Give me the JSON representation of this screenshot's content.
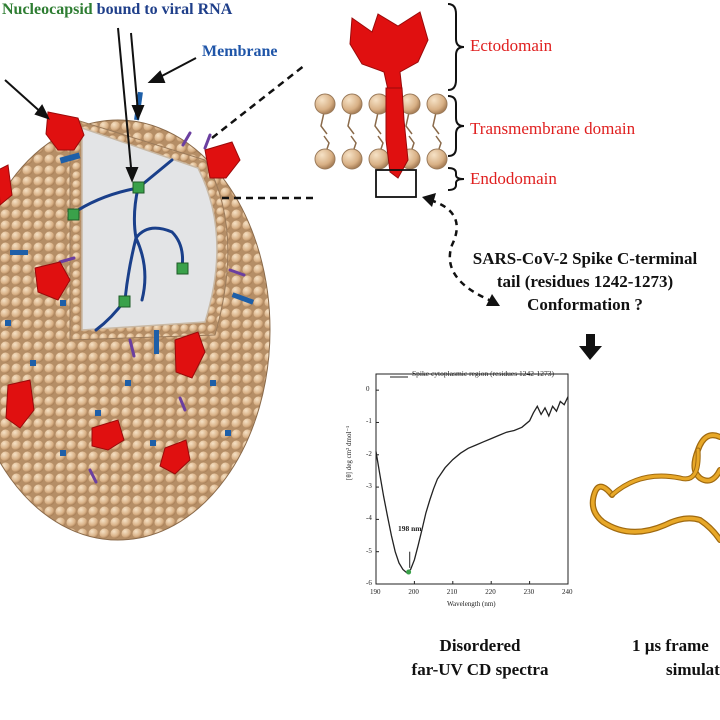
{
  "labels": {
    "nucleocapsid": "Nucleocapsid",
    "bound_to": " bound to ",
    "viral_rna": "viral RNA",
    "membrane": "Membrane",
    "ectodomain": "Ectodomain",
    "transmembrane": "Transmembrane domain",
    "endodomain": "Endodomain",
    "question_line1": "SARS-CoV-2 Spike C-terminal",
    "question_line2": "tail (residues 1242-1273)",
    "question_line3": "Conformation ?",
    "cd_caption_line1": "Disordered",
    "cd_caption_line2": "far-UV CD spectra",
    "md_caption_line1": "1 µs frame",
    "md_caption_line2": "simulati"
  },
  "colors": {
    "spike": "#e01010",
    "lipid": "#d9b48a",
    "rna": "#1a3f8a",
    "nucleocapsid": "#3aa14a",
    "membrane_protein": "#1e5fa8",
    "md_trace": "#e0a020"
  },
  "chart_data": {
    "type": "line",
    "legend": "Spike cytoplasmic region (residues 1242-1273)",
    "xlabel": "Wavelength (nm)",
    "ylabel": "[θ] deg cm² dmol⁻¹",
    "xlim": [
      190,
      240
    ],
    "ylim": [
      -6,
      0.5
    ],
    "xticks": [
      "190",
      "200",
      "210",
      "220",
      "230",
      "240"
    ],
    "yticks": [
      "0",
      "-1",
      "-2",
      "-3",
      "-4",
      "-5",
      "-6"
    ],
    "annotation": "198 nm",
    "series": [
      {
        "x": [
          190,
          191,
          192,
          193,
          194,
          195,
          196,
          197,
          198,
          199,
          200,
          201,
          202,
          203,
          204,
          205,
          206,
          208,
          210,
          212,
          214,
          216,
          218,
          220,
          222,
          224,
          226,
          228,
          230,
          231,
          232,
          233,
          234,
          235,
          236,
          237,
          238,
          239,
          240
        ],
        "y": [
          -1.9,
          -2.6,
          -3.3,
          -3.9,
          -4.5,
          -5.0,
          -5.35,
          -5.55,
          -5.65,
          -5.55,
          -5.25,
          -4.8,
          -4.3,
          -3.8,
          -3.4,
          -3.05,
          -2.75,
          -2.4,
          -2.15,
          -1.95,
          -1.8,
          -1.7,
          -1.6,
          -1.5,
          -1.4,
          -1.3,
          -1.25,
          -1.15,
          -0.95,
          -0.7,
          -0.5,
          -0.75,
          -0.55,
          -0.8,
          -0.5,
          -0.65,
          -0.35,
          -0.45,
          -0.2
        ]
      }
    ]
  }
}
